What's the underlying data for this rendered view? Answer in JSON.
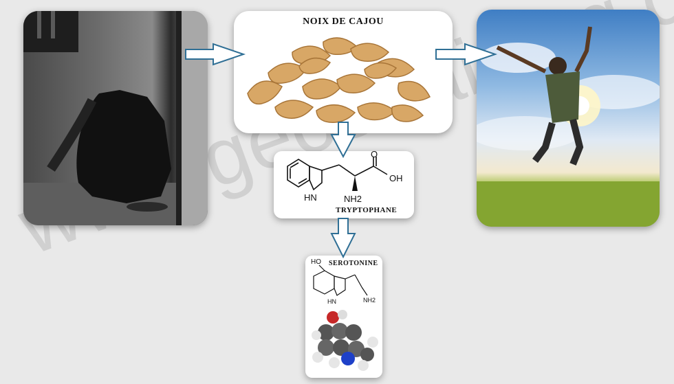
{
  "nodes": {
    "nuts": {
      "label": "NOIX DE CAJOU"
    },
    "tryptophan": {
      "label": "TRYPTOPHANE",
      "amine": "NH2",
      "acid": "OH",
      "ring_nh": "HN",
      "carbonyl": "O"
    },
    "serotonin": {
      "label": "SEROTONINE",
      "hydroxyl": "HO",
      "ring_nh": "HN",
      "amine": "NH2"
    }
  },
  "watermark": "www.geostraining.com",
  "colors": {
    "arrow_fill": "#ffffff",
    "arrow_stroke": "#2f6f95",
    "background": "#e9e9e9"
  }
}
